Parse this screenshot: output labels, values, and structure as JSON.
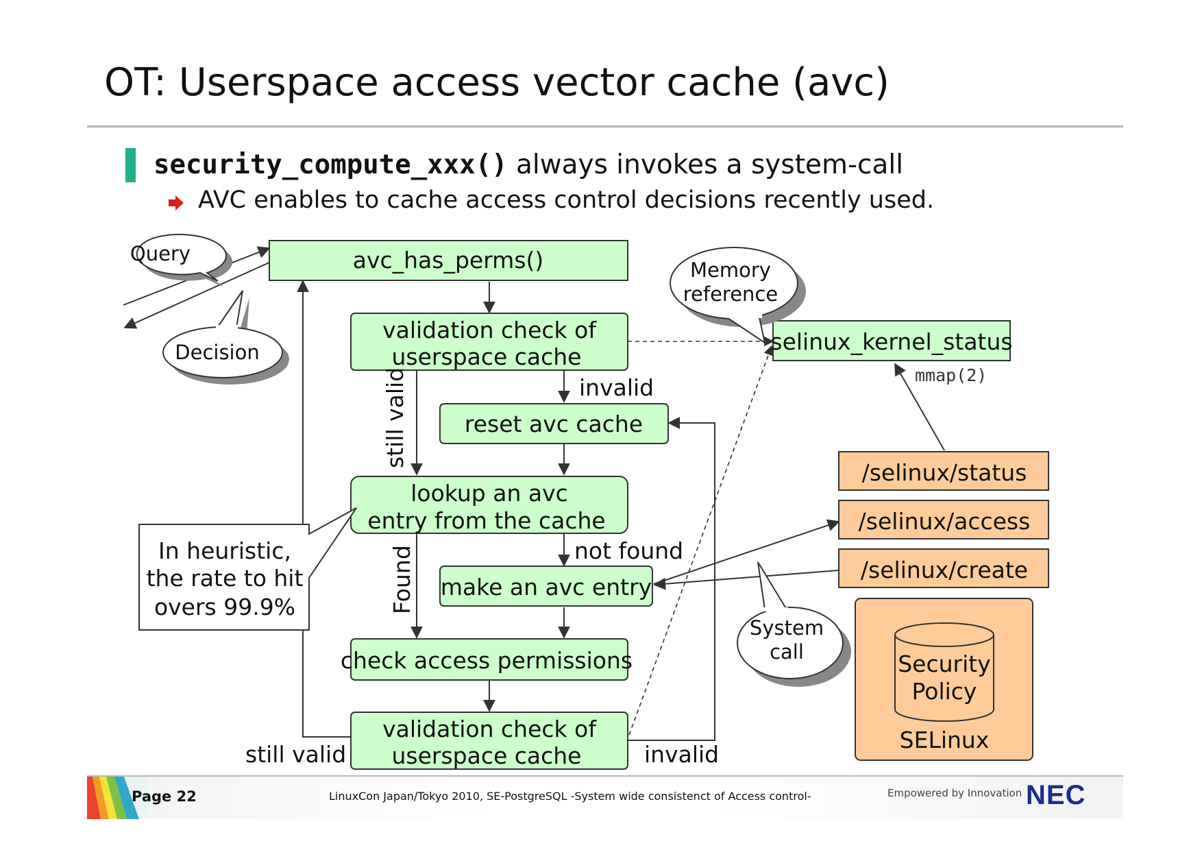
{
  "slide": {
    "title": "OT: Userspace access vector cache (avc)",
    "bullet_code": "security_compute_xxx()",
    "bullet_text": " always invokes a system-call",
    "sub_bullet": "AVC enables to cache access control decisions recently used."
  },
  "diagram": {
    "nodes": {
      "avc_has_perms": "avc_has_perms()",
      "validation1_line1": "validation check of",
      "validation1_line2": "userspace cache",
      "reset": "reset avc cache",
      "lookup_line1": "lookup an avc",
      "lookup_line2": "entry from the cache",
      "make_entry": "make an avc entry",
      "check_perms": "check access permissions",
      "validation2_line1": "validation check of",
      "validation2_line2": "userspace cache",
      "kernel_status": "selinux_kernel_status",
      "selinux_status": "/selinux/status",
      "selinux_access": "/selinux/access",
      "selinux_create": "/selinux/create",
      "security_line1": "Security",
      "security_line2": "Policy",
      "selinux": "SELinux"
    },
    "callouts": {
      "query": "Query",
      "decision": "Decision",
      "memory_line1": "Memory",
      "memory_line2": "reference",
      "system_line1": "System",
      "system_line2": "call",
      "heuristic_line1": "In heuristic,",
      "heuristic_line2": "the rate to hit",
      "heuristic_line3": "overs 99.9%"
    },
    "edge_labels": {
      "invalid_top": "invalid",
      "still_valid_vertical": "still valid",
      "not_found": "not found",
      "found": "Found",
      "still_valid_bottom": "still valid",
      "invalid_bottom": "invalid",
      "mmap": "mmap(2)"
    },
    "colors": {
      "green_box": "#ccffcc",
      "orange_box": "#ffcc99",
      "line": "#333333"
    }
  },
  "footer": {
    "page": "Page 22",
    "text": "LinuxCon Japan/Tokyo 2010, SE-PostgreSQL -System wide consistenct of Access control-",
    "tagline": "Empowered by Innovation",
    "logo": "NEC"
  }
}
